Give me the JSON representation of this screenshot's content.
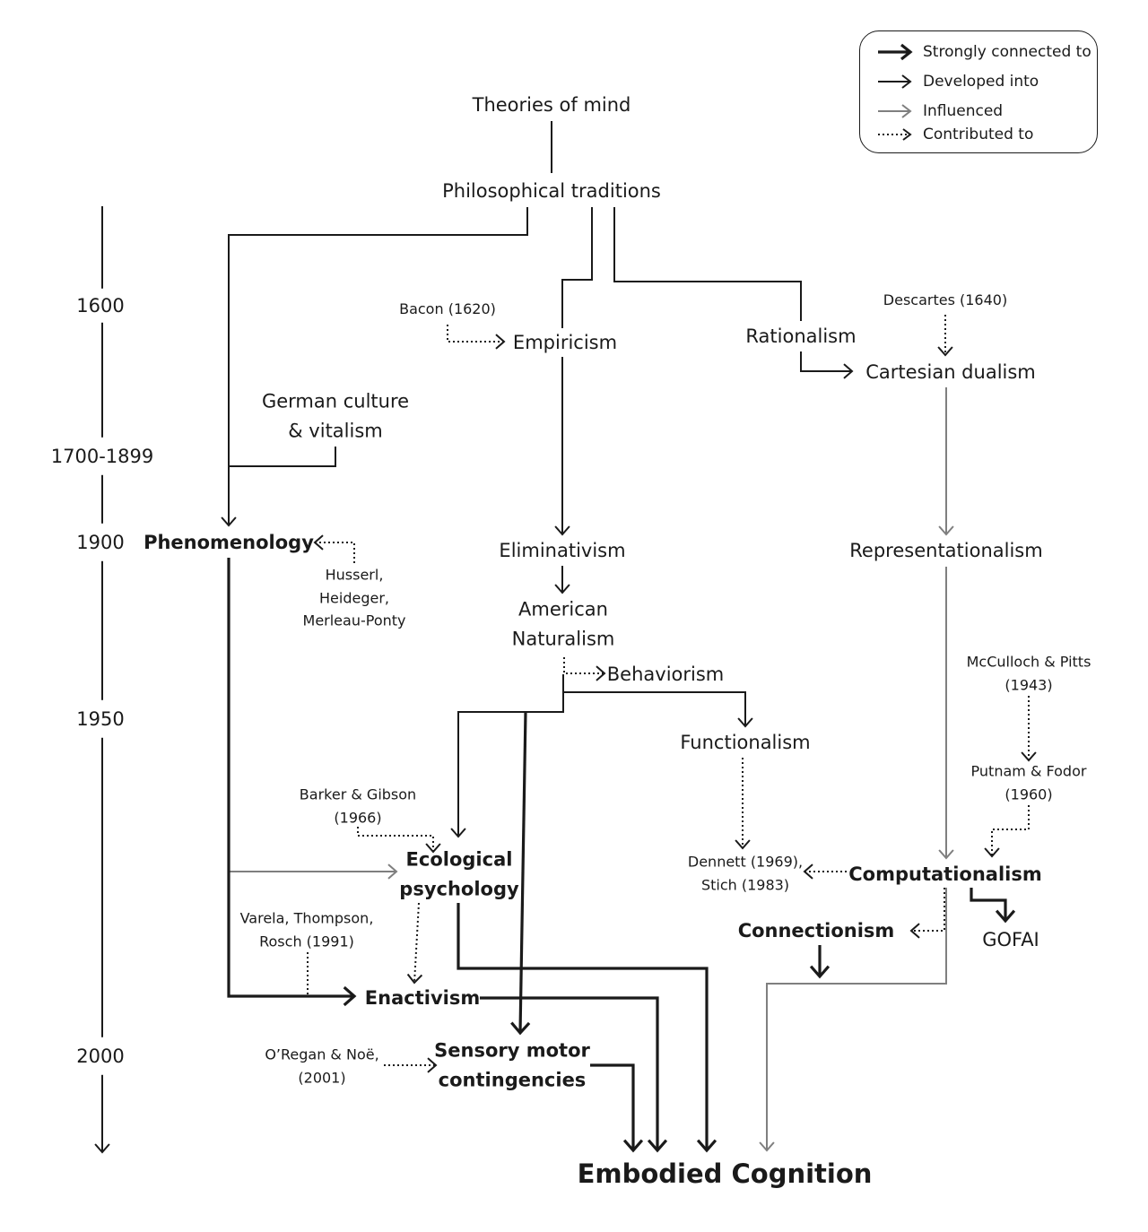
{
  "legend": {
    "strong": "Strongly connected to",
    "developed": "Developed into",
    "influenced": "Influenced",
    "contributed": "Contributed to"
  },
  "timeline": [
    "1600",
    "1700-1899",
    "1900",
    "1950",
    "2000"
  ],
  "nodes": {
    "theories": "Theories of mind",
    "philosophical": "Philosophical traditions",
    "empiricism": "Empiricism",
    "rationalism": "Rationalism",
    "cartesian": "Cartesian dualism",
    "german": "German culture\n& vitalism",
    "phenomenology": "Phenomenology",
    "eliminativism": "Eliminativism",
    "american": "American\nNaturalism",
    "behaviorism": "Behaviorism",
    "functionalism": "Functionalism",
    "representationalism": "Representationalism",
    "ecological": "Ecological\npsychology",
    "computationalism": "Computationalism",
    "connectionism": "Connectionism",
    "gofai": "GOFAI",
    "enactivism": "Enactivism",
    "sensory": "Sensory motor\ncontingencies",
    "embodied": "Embodied Cognition"
  },
  "sources": {
    "bacon": "Bacon (1620)",
    "descartes": "Descartes (1640)",
    "husserl": "Husserl,\nHeideger,\nMerleau-Ponty",
    "mcculloch": "McCulloch & Pitts\n(1943)",
    "putnam": "Putnam & Fodor\n(1960)",
    "barker": "Barker & Gibson\n(1966)",
    "dennett": "Dennett (1969),\nStich (1983)",
    "varela": "Varela, Thompson,\nRosch (1991)",
    "oregan": "O’Regan & Noë,\n(2001)"
  },
  "colors": {
    "ink": "#1a1a1a",
    "influence": "#7f7f7f"
  }
}
